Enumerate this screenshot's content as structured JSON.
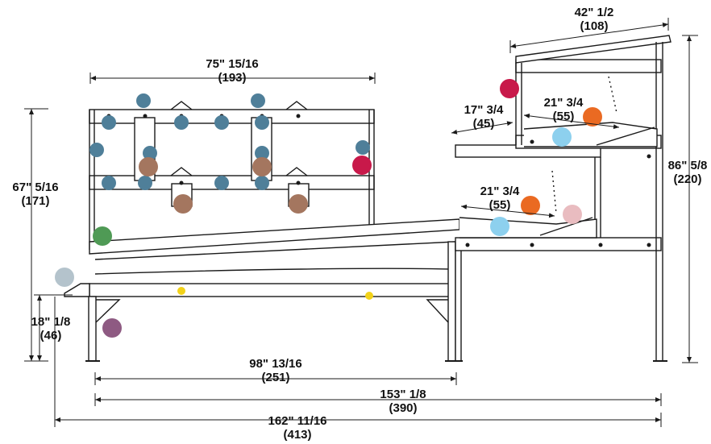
{
  "dimensions": {
    "upper_hopper_width": {
      "imperial": "75\" 15/16",
      "metric": "(193)"
    },
    "top_shelf_width": {
      "imperial": "42\" 1/2",
      "metric": "(108)"
    },
    "step_offset": {
      "imperial": "17\" 3/4",
      "metric": "(45)"
    },
    "upper_tray_depth": {
      "imperial": "21\" 3/4",
      "metric": "(55)"
    },
    "lower_tray_depth": {
      "imperial": "21\" 3/4",
      "metric": "(55)"
    },
    "left_height": {
      "imperial": "67\" 5/16",
      "metric": "(171)"
    },
    "total_height": {
      "imperial": "86\" 5/8",
      "metric": "(220)"
    },
    "conveyor_height": {
      "imperial": "18\" 1/8",
      "metric": "(46)"
    },
    "frame_length": {
      "imperial": "98\" 13/16",
      "metric": "(251)"
    },
    "overall_frame_length": {
      "imperial": "153\" 1/8",
      "metric": "(390)"
    },
    "overall_length": {
      "imperial": "162\" 11/16",
      "metric": "(413)"
    }
  },
  "colors": {
    "line": "#1a1a1a",
    "steel_blue": "#4f7f99",
    "brown": "#a4765f",
    "crimson": "#c8194a",
    "green": "#4f9a55",
    "light_gray_blue": "#b4c3cc",
    "purple": "#8e5a82",
    "orange": "#ea6a22",
    "light_blue": "#8dd0ee",
    "pink": "#e9bcc0",
    "yellow": "#f2d21a"
  }
}
